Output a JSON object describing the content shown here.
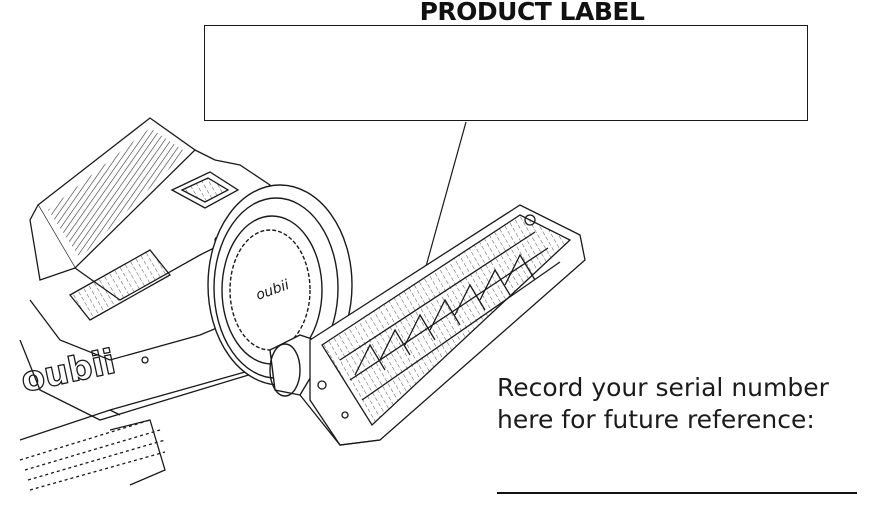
{
  "diagram": {
    "title": "PRODUCT LABEL",
    "note_lines": [
      "Record your serial number",
      "here for future reference:"
    ],
    "device_brand_body": "oubii",
    "device_brand_wheel": "oubii"
  },
  "colors": {
    "ink": "#1a1a1a",
    "background": "#ffffff"
  }
}
